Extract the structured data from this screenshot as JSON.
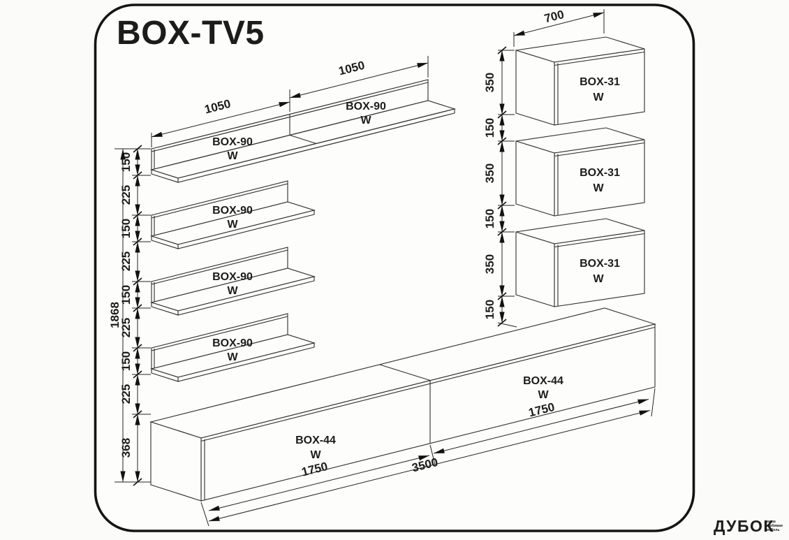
{
  "title": "BOX-TV5",
  "drawing": {
    "labels": {
      "shelf": "BOX-90",
      "wall_box": "BOX-31",
      "tv_stand": "BOX-44",
      "finish": "W"
    },
    "dims": {
      "d1050": "1050",
      "d700": "700",
      "d350": "350",
      "d150": "150",
      "d225": "225",
      "d368": "368",
      "d1868": "1868",
      "d1750": "1750",
      "d3500": "3500"
    }
  },
  "watermark": {
    "brand": "ДУБОК",
    "tagline": [
      "ваша",
      "любимая",
      "мебель"
    ],
    "color": "#9fe3ad"
  }
}
